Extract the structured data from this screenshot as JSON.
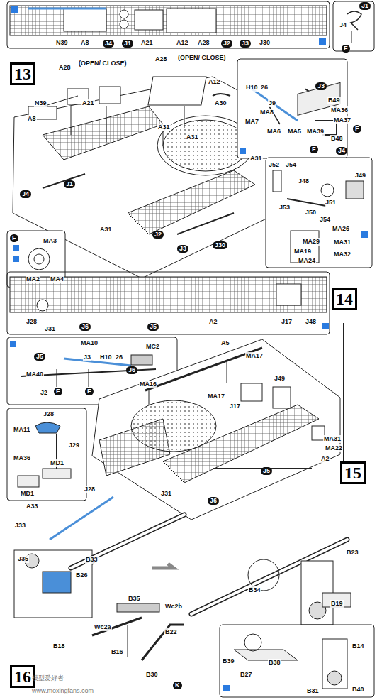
{
  "diagram": {
    "nodes": [
      {
        "text": [
          "13"
        ]
      },
      {
        "text": [
          "14"
        ]
      },
      {
        "text": [
          "15"
        ]
      },
      {
        "text": [
          "16"
        ]
      }
    ],
    "labels": [
      "N39",
      "A8",
      "J4",
      "J1",
      "A21",
      "A12",
      "A28",
      "J2",
      "J3",
      "J30",
      "J4",
      "J1",
      "F",
      "A28",
      "(OPEN/ CLOSE)",
      "A28",
      "(OPEN/ CLOSE)",
      "N39",
      "A21",
      "A8",
      "A12",
      "A30",
      "A31",
      "A31",
      "A31",
      "J4",
      "J1",
      "A31",
      "J2",
      "J3",
      "J30",
      "J9",
      "J3",
      "B49",
      "MA36",
      "MA37",
      "MA7",
      "MA8",
      "MA6",
      "MA5",
      "MA39",
      "B48",
      "F",
      "J4",
      "F",
      "J52",
      "J54",
      "J48",
      "J49",
      "J53",
      "J50",
      "J51",
      "J54",
      "MA26",
      "MA29",
      "MA19",
      "MA24",
      "MA31",
      "MA32",
      "MA3",
      "MA2",
      "MA4",
      "F",
      "J28",
      "J31",
      "J6",
      "J5",
      "A2",
      "J17",
      "J48",
      "J5",
      "MA10",
      "MC2",
      "J3",
      "J6",
      "MA40",
      "J2",
      "F",
      "F",
      "J28",
      "MA11",
      "J29",
      "MA36",
      "MD1",
      "MD1",
      "A5",
      "MA17",
      "J49",
      "MA16",
      "MA17",
      "J17",
      "MA31",
      "MA22",
      "A2",
      "J5",
      "J31",
      "J6",
      "A33",
      "J33",
      "J28",
      "J35",
      "B33",
      "B26",
      "B23",
      "B34",
      "B19",
      "B35",
      "Wc2b",
      "Wc2a",
      "B22",
      "B18",
      "B16",
      "B30",
      "K",
      "B14",
      "B39",
      "B38",
      "B27",
      "B31",
      "B40",
      "模型爱好者",
      "www.moxingfans.com",
      "H10",
      "26",
      "H10",
      "26"
    ]
  }
}
